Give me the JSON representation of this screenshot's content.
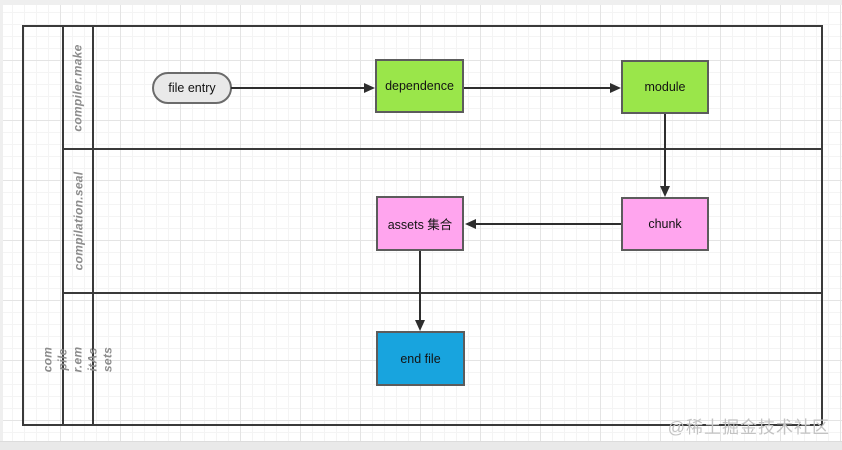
{
  "diagram": {
    "type": "swimlane-flowchart",
    "lanes": [
      {
        "label": "compiler.make"
      },
      {
        "label": "compilation.seal"
      },
      {
        "label": "compiler.emitAssets"
      }
    ],
    "nodes": [
      {
        "id": "file-entry",
        "label": "file entry",
        "shape": "rounded-pill",
        "lane": "compiler.make",
        "fill": "#E9E9E9"
      },
      {
        "id": "dependence",
        "label": "dependence",
        "shape": "rect",
        "lane": "compiler.make",
        "fill": "#9AE64A"
      },
      {
        "id": "module",
        "label": "module",
        "shape": "rect",
        "lane": "compiler.make",
        "fill": "#9AE64A"
      },
      {
        "id": "chunk",
        "label": "chunk",
        "shape": "rect",
        "lane": "compilation.seal",
        "fill": "#FFA5EE"
      },
      {
        "id": "assets",
        "label": "assets 集合",
        "shape": "rect",
        "lane": "compilation.seal",
        "fill": "#FFA5EE"
      },
      {
        "id": "end-file",
        "label": "end file",
        "shape": "rect",
        "lane": "compiler.emitAssets",
        "fill": "#18A4DE"
      }
    ],
    "edges": [
      {
        "from": "file entry",
        "to": "dependence",
        "direction": "right"
      },
      {
        "from": "dependence",
        "to": "module",
        "direction": "right"
      },
      {
        "from": "module",
        "to": "chunk",
        "direction": "down"
      },
      {
        "from": "chunk",
        "to": "assets 集合",
        "direction": "left"
      },
      {
        "from": "assets 集合",
        "to": "end file",
        "direction": "down"
      }
    ]
  },
  "watermark": {
    "text": "@稀土掘金技术社区"
  },
  "colors": {
    "node_green": "#9AE64A",
    "node_pink": "#FFA5EE",
    "node_blue": "#18A4DE",
    "node_gray": "#E9E9E9",
    "frame_border": "#3A3A3A",
    "node_border": "#5C5C5C",
    "lane_label_text": "#8C8C8C",
    "edge_line": "#2E2E2E",
    "watermark_text": "#C3C3C3"
  }
}
